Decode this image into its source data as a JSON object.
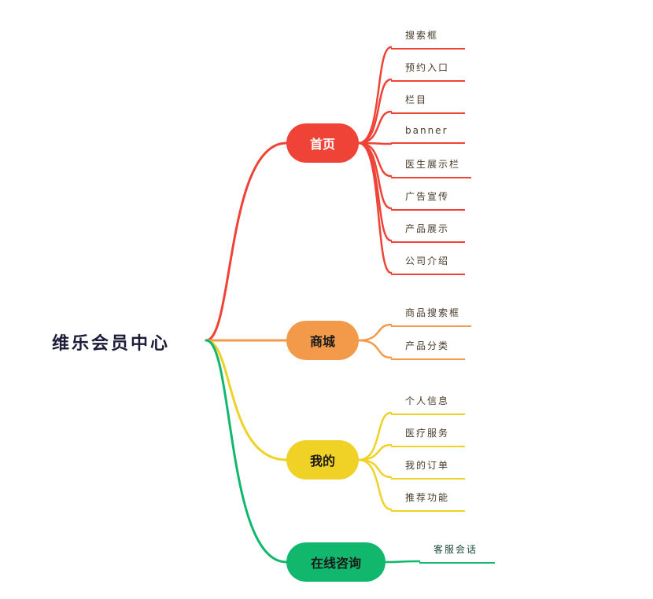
{
  "root": {
    "label": "维乐会员中心"
  },
  "branches": [
    {
      "label": "首页",
      "color": "#ee4336",
      "text_color": "#ffffff",
      "children": [
        "搜索框",
        "预约入口",
        "栏目",
        "banner",
        "医生展示栏",
        "广告宣传",
        "产品展示",
        "公司介绍"
      ]
    },
    {
      "label": "商城",
      "color": "#f29a4a",
      "text_color": "#1a1a1a",
      "children": [
        "商品搜索框",
        "产品分类"
      ]
    },
    {
      "label": "我的",
      "color": "#f0d126",
      "text_color": "#1a1a1a",
      "children": [
        "个人信息",
        "医疗服务",
        "我的订单",
        "推荐功能"
      ]
    },
    {
      "label": "在线咨询",
      "color": "#12b76e",
      "text_color": "#1a1a1a",
      "children": [
        "客服会话"
      ]
    }
  ]
}
